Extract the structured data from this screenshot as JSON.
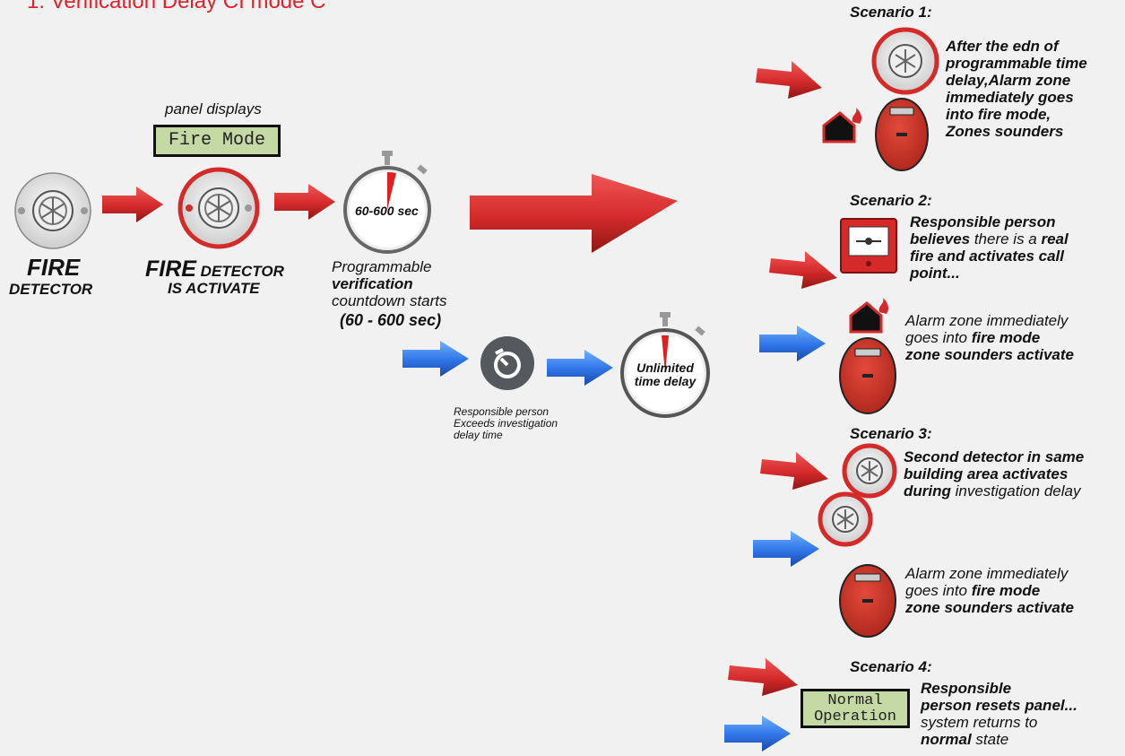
{
  "title": "1. Verification Delay CI mode C",
  "left": {
    "panel_label": "panel displays",
    "panel_lcd": "Fire Mode",
    "fire_detector_big": "FIRE",
    "fire_detector_small": "DETECTOR",
    "activated_big": "FIRE",
    "activated_small": " DETECTOR",
    "activated_line2": "IS ACTIVATE",
    "timer_text": "60-600 sec",
    "countdown_l1": "Programmable",
    "countdown_l2": "verification",
    "countdown_l3": "countdown starts",
    "countdown_l4": "(60 - 600 sec)",
    "exceeds_l1": "Responsible person",
    "exceeds_l2": "Exceeds investigation",
    "exceeds_l3": "delay time",
    "unlimited_l1": "Unlimited",
    "unlimited_l2": "time delay"
  },
  "scenario1": {
    "heading": "Scenario 1:",
    "l1": "After the edn of",
    "l2": "programmable time",
    "l3": "delay,Alarm zone",
    "l4": "immediately goes",
    "l5": "into fire mode,",
    "l6": "Zones sounders"
  },
  "scenario2": {
    "heading": "Scenario 2:",
    "l1": "Responsible person",
    "l2a": "believes",
    "l2b": " there is a ",
    "l2c": "real",
    "l3": "fire and activates call",
    "l4": "point...",
    "alarm_l1": "Alarm zone immediately",
    "alarm_l2a": "goes into ",
    "alarm_l2b": "fire mode",
    "alarm_l3": "zone sounders activate"
  },
  "scenario3": {
    "heading": "Scenario 3:",
    "l1": "Second detector in same",
    "l2": "building area activates",
    "l3a": "during",
    "l3b": " investigation delay",
    "alarm_l1": "Alarm zone immediately",
    "alarm_l2a": "goes into ",
    "alarm_l2b": "fire mode",
    "alarm_l3": "zone sounders activate"
  },
  "scenario4": {
    "heading": "Scenario 4:",
    "lcd_l1": "Normal",
    "lcd_l2": "Operation",
    "l1": "Responsible",
    "l2": "person resets panel...",
    "l3": "system returns to",
    "l4a": "normal",
    "l4b": " state"
  },
  "colors": {
    "accent_red": "#d42a2a",
    "arrow_blue": "#2f74e6",
    "lcd_green": "#c4d9a4"
  }
}
